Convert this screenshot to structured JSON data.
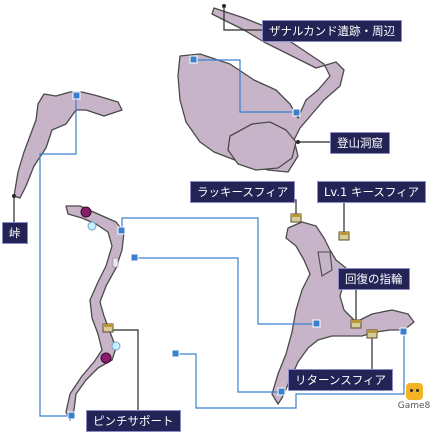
{
  "map": {
    "labels": {
      "zanarkand": "ザナルカンド遺跡・周辺",
      "mountain_cave": "登山洞窟",
      "pass": "峠",
      "lucky_sphere": "ラッキースフィア",
      "lv1_key_sphere": "Lv.1 キースフィア",
      "healing_ring": "回復の指輪",
      "return_sphere": "リターンスフィア",
      "pinch_support": "ピンチサポート"
    },
    "watermark": "Game8",
    "colors": {
      "terrain_fill": "#c8b4c8",
      "terrain_stroke": "#4a4a4a",
      "route_line": "#3a80d0",
      "label_bg": "#232355",
      "enemy_marker": "#8a1e6e"
    }
  }
}
